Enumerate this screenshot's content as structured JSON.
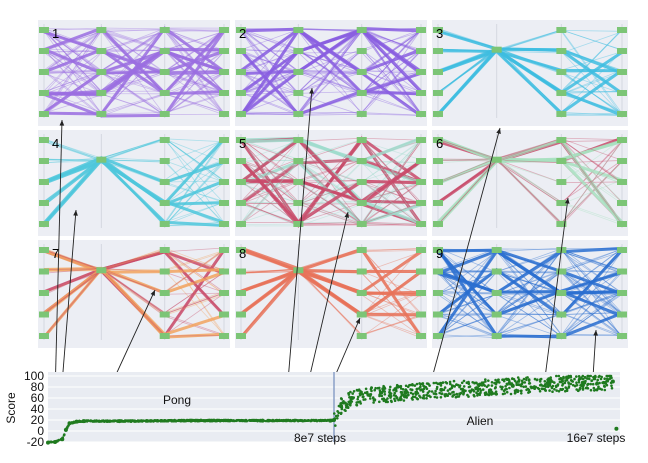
{
  "chart_data": [
    {
      "type": "scatter",
      "title": "",
      "ylabel": "Score",
      "xlabel": "",
      "yticks": [
        "100",
        "80",
        "60",
        "40",
        "20",
        "0",
        "-20"
      ],
      "ylim": [
        -20,
        100
      ],
      "xlim_steps": [
        0,
        160000000
      ],
      "annotations": [
        "Pong",
        "Alien",
        "8e7 steps",
        "16e7 steps"
      ],
      "series": [
        {
          "name": "",
          "x_steps": [
            0,
            2000000,
            4000000,
            5000000,
            6000000,
            8000000,
            10000000,
            20000000,
            40000000,
            60000000,
            79000000,
            80000000,
            82000000,
            85000000,
            90000000,
            100000000,
            110000000,
            120000000,
            130000000,
            140000000,
            150000000,
            158000000,
            159000000
          ],
          "y_score": [
            -21,
            -20,
            -15,
            2,
            14,
            17,
            18,
            18,
            19,
            19,
            19,
            20,
            45,
            60,
            65,
            70,
            75,
            78,
            82,
            85,
            88,
            90,
            4
          ],
          "color": "#1f7a1f"
        }
      ],
      "grid": true,
      "background": "#e9ecf2"
    },
    {
      "type": "parallel-coordinates",
      "panels": [
        {
          "label": "1",
          "color": "#9b6fe0",
          "style": "dense"
        },
        {
          "label": "4",
          "color": "#4fc7dc",
          "style": "fan"
        },
        {
          "label": "7",
          "color": "#f2a35f",
          "accent": "#c94a6a",
          "style": "fan"
        },
        {
          "label": "2",
          "color": "#8a5fe0",
          "style": "dense"
        },
        {
          "label": "5",
          "color": "#c94a6a",
          "accent": "#9fdccd",
          "style": "dense"
        },
        {
          "label": "8",
          "color": "#e8735a",
          "style": "fan"
        },
        {
          "label": "3",
          "color": "#3fbde0",
          "style": "fan"
        },
        {
          "label": "6",
          "color": "#c94a6a",
          "accent": "#a8e0c0",
          "style": "fan"
        },
        {
          "label": "9",
          "color": "#2a6fd0",
          "style": "dense"
        }
      ]
    }
  ]
}
